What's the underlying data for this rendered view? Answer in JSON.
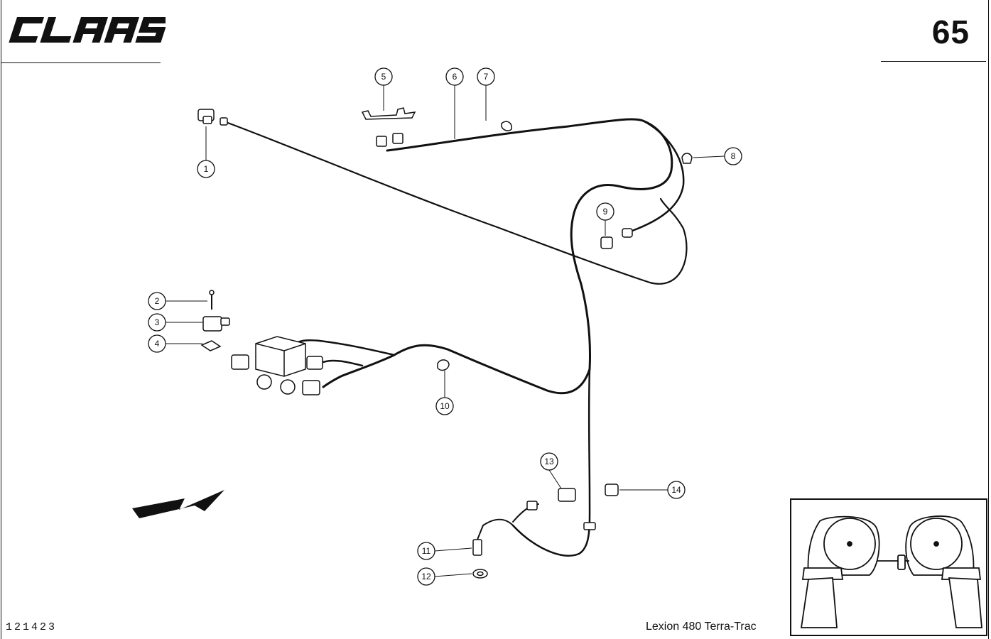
{
  "header": {
    "brand": "CLAAS",
    "page_number": "65"
  },
  "footer": {
    "doc_code": "121423",
    "model": "Lexion 480 Terra-Trac"
  },
  "callouts": [
    {
      "id": "1",
      "label": "1"
    },
    {
      "id": "2",
      "label": "2"
    },
    {
      "id": "3",
      "label": "3"
    },
    {
      "id": "4",
      "label": "4"
    },
    {
      "id": "5",
      "label": "5"
    },
    {
      "id": "6",
      "label": "6"
    },
    {
      "id": "7",
      "label": "7"
    },
    {
      "id": "8",
      "label": "8"
    },
    {
      "id": "9",
      "label": "9"
    },
    {
      "id": "10",
      "label": "10"
    },
    {
      "id": "11",
      "label": "11"
    },
    {
      "id": "12",
      "label": "12"
    },
    {
      "id": "13",
      "label": "13"
    },
    {
      "id": "14",
      "label": "14"
    }
  ]
}
